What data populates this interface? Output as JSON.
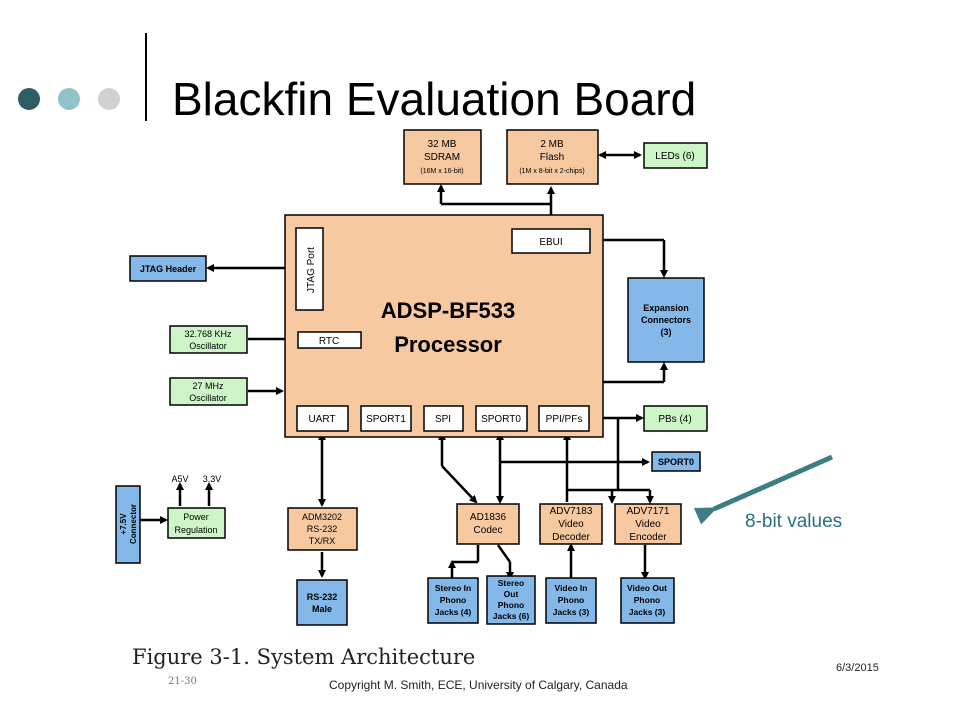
{
  "slide": {
    "title": "Blackfin Evaluation Board",
    "caption": "Figure 3-1. System Architecture",
    "caption_sub": "21-30",
    "copyright": "Copyright M. Smith, ECE, University of Calgary, Canada",
    "date": "6/3/2015",
    "annotation": "8-bit values",
    "colors": {
      "dot_dark": "#2f5d63",
      "dot_mid": "#8fc3c9",
      "dot_light": "#d0d0d0",
      "orange_fill": "#f6c9a0",
      "green_fill": "#cdf5c8",
      "blue_fill": "#84b8e8",
      "arrow_teal": "#3f7d85"
    }
  },
  "diagram": {
    "sdram": [
      "32 MB",
      "SDRAM",
      "(16M x 16-bit)"
    ],
    "flash": [
      "2 MB",
      "Flash",
      "(1M x 8-bit x 2-chips)"
    ],
    "leds": "LEDs (6)",
    "processor": [
      "ADSP-BF533",
      "Processor"
    ],
    "ebui": "EBUI",
    "jtag_port": "JTAG Port",
    "jtag_header": "JTAG Header",
    "rtc": "RTC",
    "osc1": [
      "32.768 KHz",
      "Oscillator"
    ],
    "osc2": [
      "27 MHz",
      "Oscillator"
    ],
    "expansion": [
      "Expansion",
      "Connectors",
      "(3)"
    ],
    "uart": "UART",
    "sport1": "SPORT1",
    "spi": "SPI",
    "sport0": "SPORT0",
    "ppi": "PPI/PFs",
    "pbs": "PBs (4)",
    "sport0_conn": "SPORT0",
    "connector": [
      "+7.5V",
      "Connector"
    ],
    "power": [
      "Power",
      "Regulation"
    ],
    "a5v": "A5V",
    "v33": "3.3V",
    "adm": [
      "ADM3202",
      "RS-232",
      "TX/RX"
    ],
    "rs232": [
      "RS-232",
      "Male"
    ],
    "ad1836": [
      "AD1836",
      "Codec"
    ],
    "adv7183": [
      "ADV7183",
      "Video",
      "Decoder"
    ],
    "adv7171": [
      "ADV7171",
      "Video",
      "Encoder"
    ],
    "stereo_in": [
      "Stereo In",
      "Phono",
      "Jacks (4)"
    ],
    "stereo_out": [
      "Stereo",
      "Out",
      "Phono",
      "Jacks (6)"
    ],
    "video_in": [
      "Video In",
      "Phono",
      "Jacks (3)"
    ],
    "video_out": [
      "Video Out",
      "Phono",
      "Jacks (3)"
    ]
  }
}
